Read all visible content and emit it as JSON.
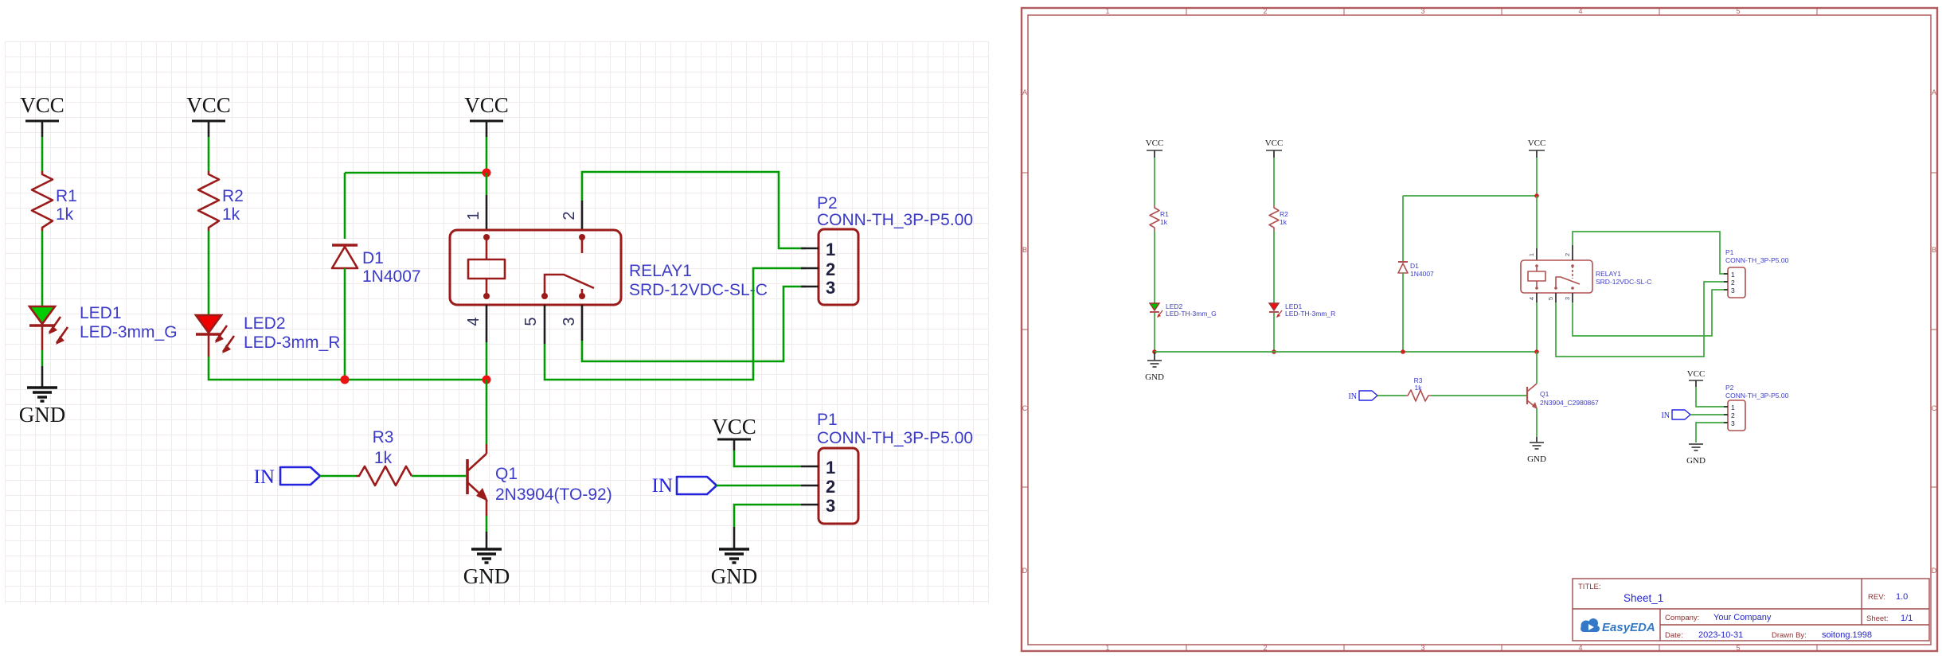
{
  "shared": {
    "vcc": "VCC",
    "gnd": "GND",
    "in": "IN",
    "pins": [
      "1",
      "2",
      "3"
    ],
    "relay_top": [
      "1",
      "2"
    ],
    "relay_bottom": [
      "4",
      "5",
      "3"
    ]
  },
  "left": {
    "r1": {
      "ref": "R1",
      "val": "1k"
    },
    "r2": {
      "ref": "R2",
      "val": "1k"
    },
    "r3": {
      "ref": "R3",
      "val": "1k"
    },
    "led1": {
      "ref": "LED1",
      "val": "LED-3mm_G"
    },
    "led2": {
      "ref": "LED2",
      "val": "LED-3mm_R"
    },
    "d1": {
      "ref": "D1",
      "val": "1N4007"
    },
    "relay": {
      "ref": "RELAY1",
      "val": "SRD-12VDC-SL-C"
    },
    "q1": {
      "ref": "Q1",
      "val": "2N3904(TO-92)"
    },
    "p1": {
      "ref": "P1",
      "val": "CONN-TH_3P-P5.00"
    },
    "p2": {
      "ref": "P2",
      "val": "CONN-TH_3P-P5.00"
    }
  },
  "right": {
    "r1": {
      "ref": "R1",
      "val": "1k"
    },
    "r2": {
      "ref": "R2",
      "val": "1k"
    },
    "r3": {
      "ref": "R3",
      "val": "1k"
    },
    "led_green": {
      "ref": "LED2",
      "val": "LED-TH-3mm_G"
    },
    "led_red": {
      "ref": "LED1",
      "val": "LED-TH-3mm_R"
    },
    "d1": {
      "ref": "D1",
      "val": "1N4007"
    },
    "relay": {
      "ref": "RELAY1",
      "val": "SRD-12VDC-SL-C"
    },
    "q1": {
      "ref": "Q1",
      "val": "2N3904_C2980867"
    },
    "p1": {
      "ref": "P1",
      "val": "CONN-TH_3P-P5.00"
    },
    "p2": {
      "ref": "P2",
      "val": "CONN-TH_3P-P5.00"
    }
  },
  "frame": {
    "columns": [
      "1",
      "2",
      "3",
      "4",
      "5"
    ],
    "rows": [
      "A",
      "B",
      "C",
      "D"
    ]
  },
  "title_block": {
    "title_label": "TITLE:",
    "title": "Sheet_1",
    "rev_label": "REV:",
    "rev": "1.0",
    "company_label": "Company:",
    "company": "Your Company",
    "sheet_label": "Sheet:",
    "sheet": "1/1",
    "date_label": "Date:",
    "date": "2023-10-31",
    "drawn_by_label": "Drawn By:",
    "drawn_by": "soitong.1998",
    "logo_text": "EasyEDA"
  },
  "colors": {
    "wire_green": "#009b00",
    "symbol_red": "#9b1b1b",
    "symbol_red_light": "#b05050",
    "label_blue": "#3b3bc8",
    "net_text": "#141414",
    "in_blue": "#2424e0",
    "junction_red": "#ee1111",
    "led_green_fill": "#00cc00",
    "led_red_fill": "#ee0000",
    "sheet_frame": "#b25b5e",
    "title_block_label": "#8b2f2f",
    "title_block_value": "#2626cc",
    "logo_blue": "#3478c8"
  }
}
